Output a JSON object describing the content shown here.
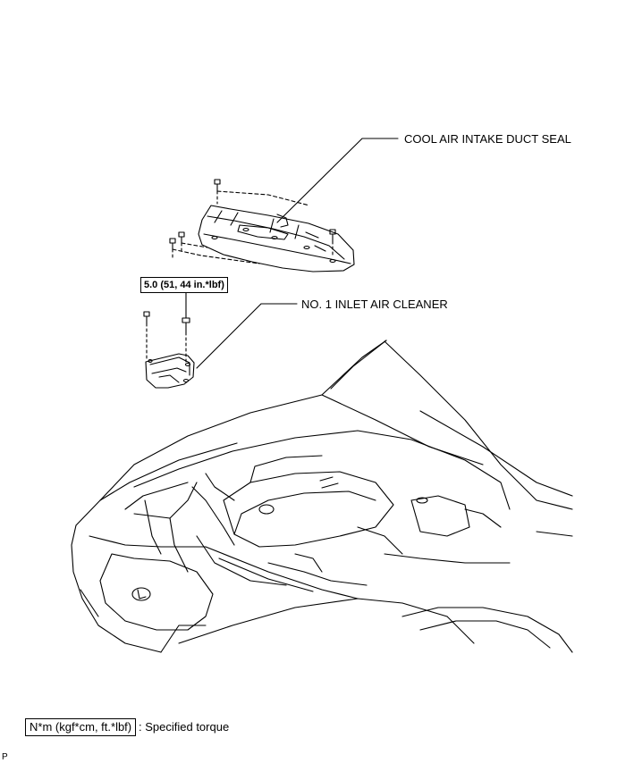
{
  "callouts": {
    "duct_seal": "COOL AIR INTAKE DUCT SEAL",
    "inlet_cleaner": "NO. 1 INLET AIR CLEANER"
  },
  "torque": {
    "spec": "5.0 (51, 44 in.*lbf)"
  },
  "legend": {
    "units": "N*m (kgf*cm, ft.*lbf)",
    "meaning": ": Specified torque"
  },
  "page_code": "P"
}
